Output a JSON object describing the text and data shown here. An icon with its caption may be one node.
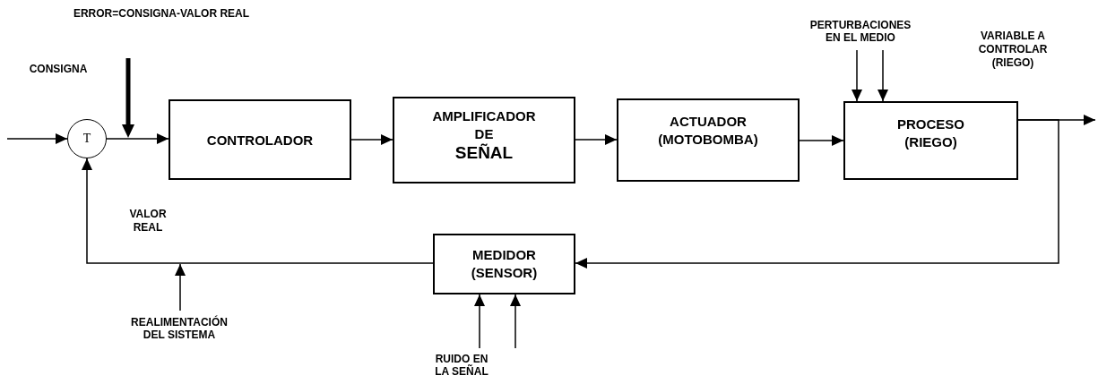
{
  "diagram": {
    "nodes": [
      {
        "text": [
          "T"
        ]
      },
      {
        "text": [
          "CONTROLADOR"
        ]
      },
      {
        "text": [
          "AMPLIFICADOR DE",
          "SEÑAL"
        ]
      },
      {
        "text": [
          "ACTUADOR (MOTOBOMBA)"
        ]
      },
      {
        "text": [
          "PROCESO (RIEGO)"
        ]
      },
      {
        "text": [
          "MEDIDOR (SENSOR)"
        ]
      },
      {
        "text": [
          "PERTURBACIONES EN EL MEDIO"
        ]
      },
      {
        "text": [
          "REALIMENTACIÓN DEL SISTEMA"
        ]
      },
      {
        "text": [
          "RUIDO EN LA SEÑAL"
        ]
      }
    ],
    "edges": [
      {
        "from": null,
        "to": 0,
        "arrow": "to"
      },
      {
        "from": 0,
        "to": 1,
        "arrow": "to"
      },
      {
        "from": 1,
        "to": 2,
        "arrow": "to"
      },
      {
        "from": 2,
        "to": 3,
        "arrow": "to"
      },
      {
        "from": 3,
        "to": 4,
        "arrow": "to"
      },
      {
        "from": 4,
        "to": null,
        "arrow": "to"
      },
      {
        "from": 4,
        "to": 5,
        "arrow": "to"
      },
      {
        "from": 5,
        "to": 0,
        "arrow": "to"
      },
      {
        "from": 6,
        "to": 4,
        "arrow": "to"
      },
      {
        "from": 6,
        "to": 4,
        "arrow": "to"
      },
      {
        "from": 7,
        "to": null,
        "arrow": "to"
      },
      {
        "from": 8,
        "to": 5,
        "arrow": "to"
      },
      {
        "from": 8,
        "to": 5,
        "arrow": "to"
      }
    ],
    "labels": [
      "ERROR=CONSIGNA-VALOR REAL",
      "CONSIGNA",
      "VARIABLE A CONTROLAR (RIEGO)",
      "VALOR REAL"
    ]
  }
}
